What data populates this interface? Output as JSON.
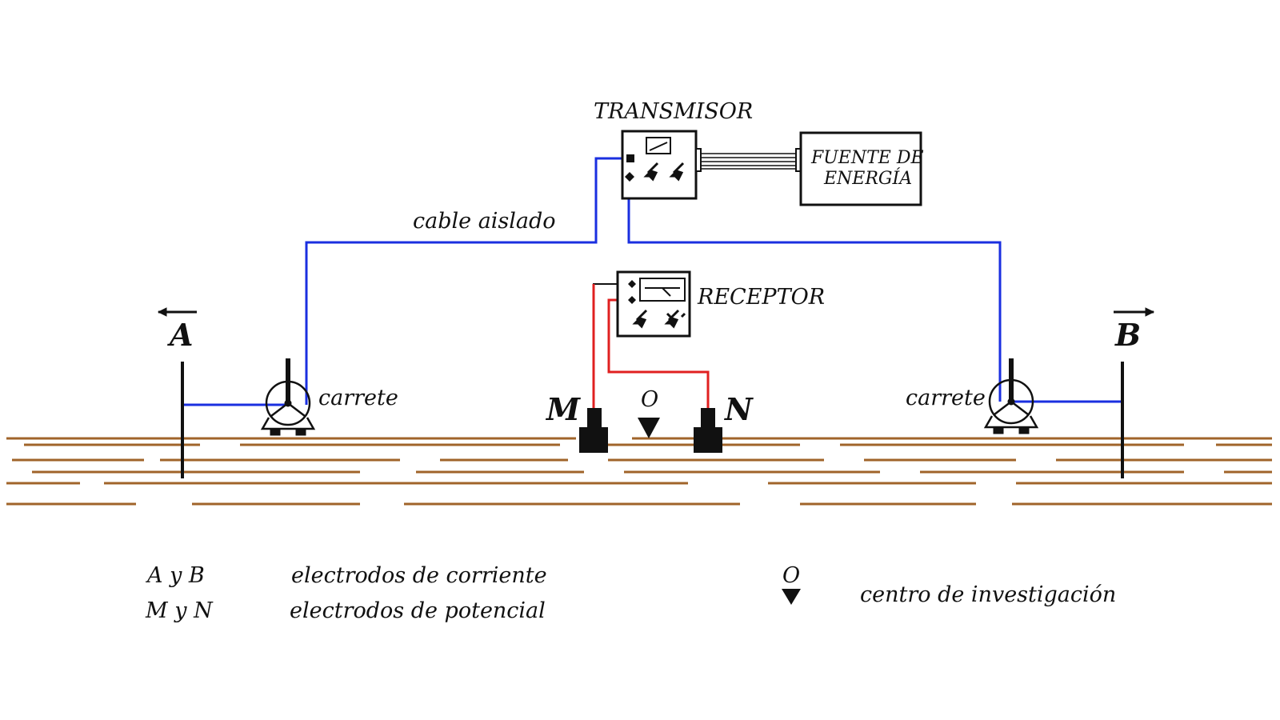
{
  "labels": {
    "transmitter": "TRANSMISOR",
    "power_source_line1": "FUENTE DE",
    "power_source_line2": "ENERGÍA",
    "insulated_cable": "cable aislado",
    "receiver": "RECEPTOR",
    "electrode_a": "A",
    "electrode_b": "B",
    "electrode_m": "M",
    "electrode_n": "N",
    "center_o": "O",
    "reel_left": "carrete",
    "reel_right": "carrete"
  },
  "legend": {
    "ab_symbol": "A  y  B",
    "ab_text": "electrodos de corriente",
    "mn_symbol": "M  y  N",
    "mn_text": "electrodos de potencial",
    "o_symbol": "O",
    "o_text": "centro de investigación"
  },
  "colors": {
    "current_wire": "#1a2fe0",
    "potential_wire": "#e02020",
    "ground_strata": "#a0642a",
    "ink": "#111111"
  }
}
